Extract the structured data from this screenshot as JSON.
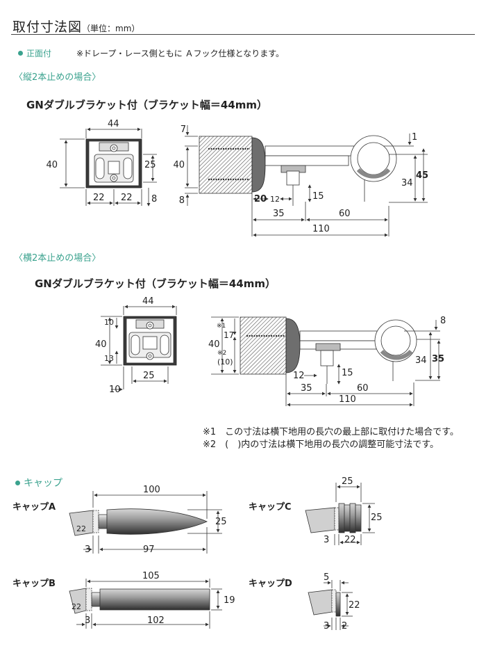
{
  "header": {
    "title": "取付寸法図",
    "unit_note": "（単位：mm）"
  },
  "front": {
    "label": "正面付",
    "note": "※ドレープ・レース側ともに Ａフック仕様となります。"
  },
  "section1": {
    "subtitle": "〈縦2本止めの場合〉",
    "heading": "GNダブルブラケット付（ブラケット幅＝44mm）",
    "front_dims": {
      "width": "44",
      "height": "40",
      "inner": "25",
      "left": "22",
      "right": "22",
      "bottom": "8"
    },
    "side_dims": {
      "top": "7",
      "height": "40",
      "bottom": "8",
      "d20": "20",
      "d12": "12",
      "d15": "15",
      "d1": "1",
      "d34": "34",
      "d45": "45",
      "d35": "35",
      "d60": "60",
      "d110": "110"
    }
  },
  "section2": {
    "subtitle": "〈横2本止めの場合〉",
    "heading": "GNダブルブラケット付（ブラケット幅＝44mm）",
    "front_dims": {
      "width": "44",
      "height": "40",
      "top": "10",
      "lower": "13",
      "inner": "25",
      "bottom": "10"
    },
    "side_dims": {
      "mark1": "※1",
      "d17": "17",
      "height": "40",
      "mark2": "※2",
      "d10p": "(10)",
      "d12": "12",
      "d15": "15",
      "d8": "8",
      "d34": "34",
      "d35b": "35",
      "d35": "35",
      "d60": "60",
      "d110": "110"
    }
  },
  "notes": {
    "n1": "※1　この寸法は横下地用の長穴の最上部に取付けた場合です。",
    "n2": "※2　(　)内の寸法は横下地用の長穴の調整可能寸法です。"
  },
  "caps": {
    "label": "キャップ",
    "a": {
      "name": "キャップA",
      "total": "100",
      "dia": "25",
      "rod": "22",
      "gap": "3",
      "len": "97"
    },
    "b": {
      "name": "キャップB",
      "total": "105",
      "dia": "19",
      "rod": "22",
      "gap": "3",
      "len": "102"
    },
    "c": {
      "name": "キャップC",
      "top": "25",
      "dia": "25",
      "gap": "3",
      "len": "22"
    },
    "d": {
      "name": "キャップD",
      "top": "5",
      "dia": "22",
      "gap": "3",
      "len": "2"
    }
  },
  "colors": {
    "accent": "#3aa28e",
    "line": "#333333"
  }
}
